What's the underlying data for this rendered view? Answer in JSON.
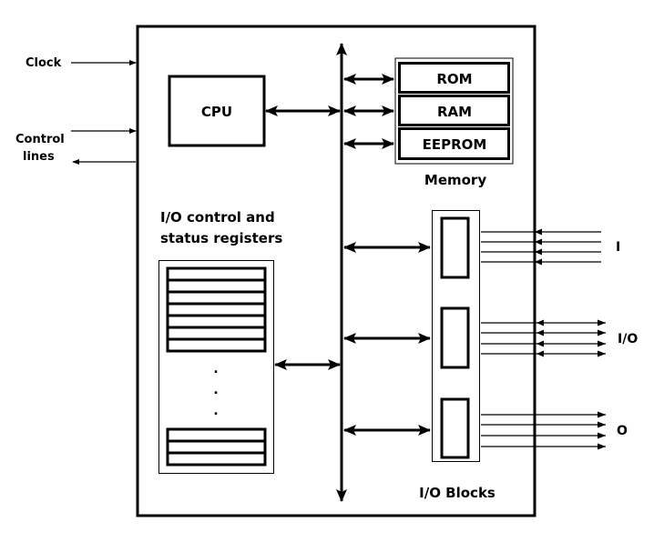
{
  "diagram": {
    "title": "Microcontroller block diagram",
    "external_inputs": {
      "clock": "Clock",
      "control_lines": [
        "Control",
        "lines"
      ]
    },
    "cpu": {
      "label": "CPU"
    },
    "memory": {
      "label": "Memory",
      "blocks": [
        "ROM",
        "RAM",
        "EEPROM"
      ]
    },
    "registers": {
      "label_lines": [
        "I/O control and",
        "status registers"
      ],
      "ellipsis": "."
    },
    "io_blocks": {
      "label": "I/O Blocks",
      "ports": [
        {
          "label": "I",
          "direction": "input",
          "lines": 4
        },
        {
          "label": "I/O",
          "direction": "bidirectional",
          "lines": 4
        },
        {
          "label": "O",
          "direction": "output",
          "lines": 4
        }
      ]
    },
    "colors": {
      "line": "#000000",
      "background": "#ffffff"
    }
  }
}
